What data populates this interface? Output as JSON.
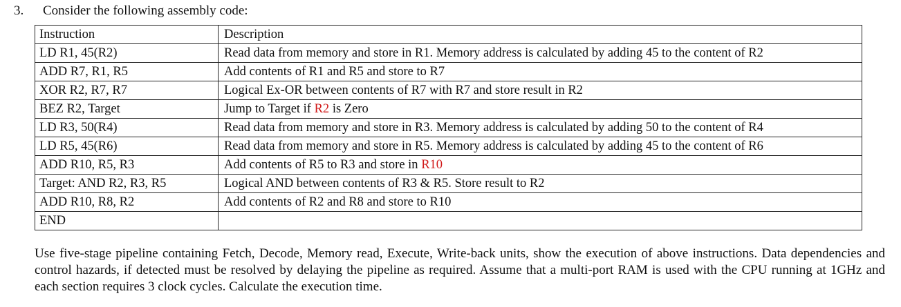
{
  "question": {
    "number": "3.",
    "title": "Consider the following assembly code:"
  },
  "table": {
    "headers": [
      "Instruction",
      "Description"
    ],
    "rows": [
      {
        "instruction": "LD R1, 45(R2)",
        "desc": [
          {
            "t": "Read data from memory and store in R1. Memory address is calculated by adding 45 to the content of R2"
          }
        ]
      },
      {
        "instruction": "ADD R7, R1, R5",
        "desc": [
          {
            "t": "Add contents of R1 and R5 and store to R7"
          }
        ]
      },
      {
        "instruction": "XOR R2, R7, R7",
        "desc": [
          {
            "t": "Logical Ex-OR between contents of R7 with R7 and store result in R2"
          }
        ]
      },
      {
        "instruction": "BEZ R2, Target",
        "desc": [
          {
            "t": "Jump to Target if "
          },
          {
            "t": "R2",
            "color": "#d11a1a"
          },
          {
            "t": " is Zero"
          }
        ]
      },
      {
        "instruction": "LD R3, 50(R4)",
        "desc": [
          {
            "t": "Read data from memory and store in R3. Memory address is calculated by adding 50 to the content of R4"
          }
        ]
      },
      {
        "instruction": "LD R5, 45(R6)",
        "desc": [
          {
            "t": "Read data from memory and store in R5. Memory address is calculated by adding 45 to the content of R6"
          }
        ]
      },
      {
        "instruction": "ADD R10, R5, R3",
        "desc": [
          {
            "t": "Add contents of R5 to R3 and store in "
          },
          {
            "t": "R10",
            "color": "#d11a1a"
          }
        ]
      },
      {
        "instruction": "Target: AND R2, R3, R5",
        "desc": [
          {
            "t": "Logical AND between contents of R3 & R5. Store result to R2"
          }
        ]
      },
      {
        "instruction": "ADD R10, R8, R2",
        "desc": [
          {
            "t": "Add contents of R2 and R8 and store to R10"
          }
        ]
      },
      {
        "instruction": "END",
        "desc": []
      }
    ]
  },
  "paragraph": "Use five-stage pipeline containing Fetch, Decode, Memory read, Execute, Write-back units, show the execution of above instructions. Data dependencies and control hazards, if detected must be resolved by delaying the pipeline as required. Assume that a multi-port RAM is used with the CPU running at 1GHz and each section requires 3 clock cycles. Calculate the execution time."
}
